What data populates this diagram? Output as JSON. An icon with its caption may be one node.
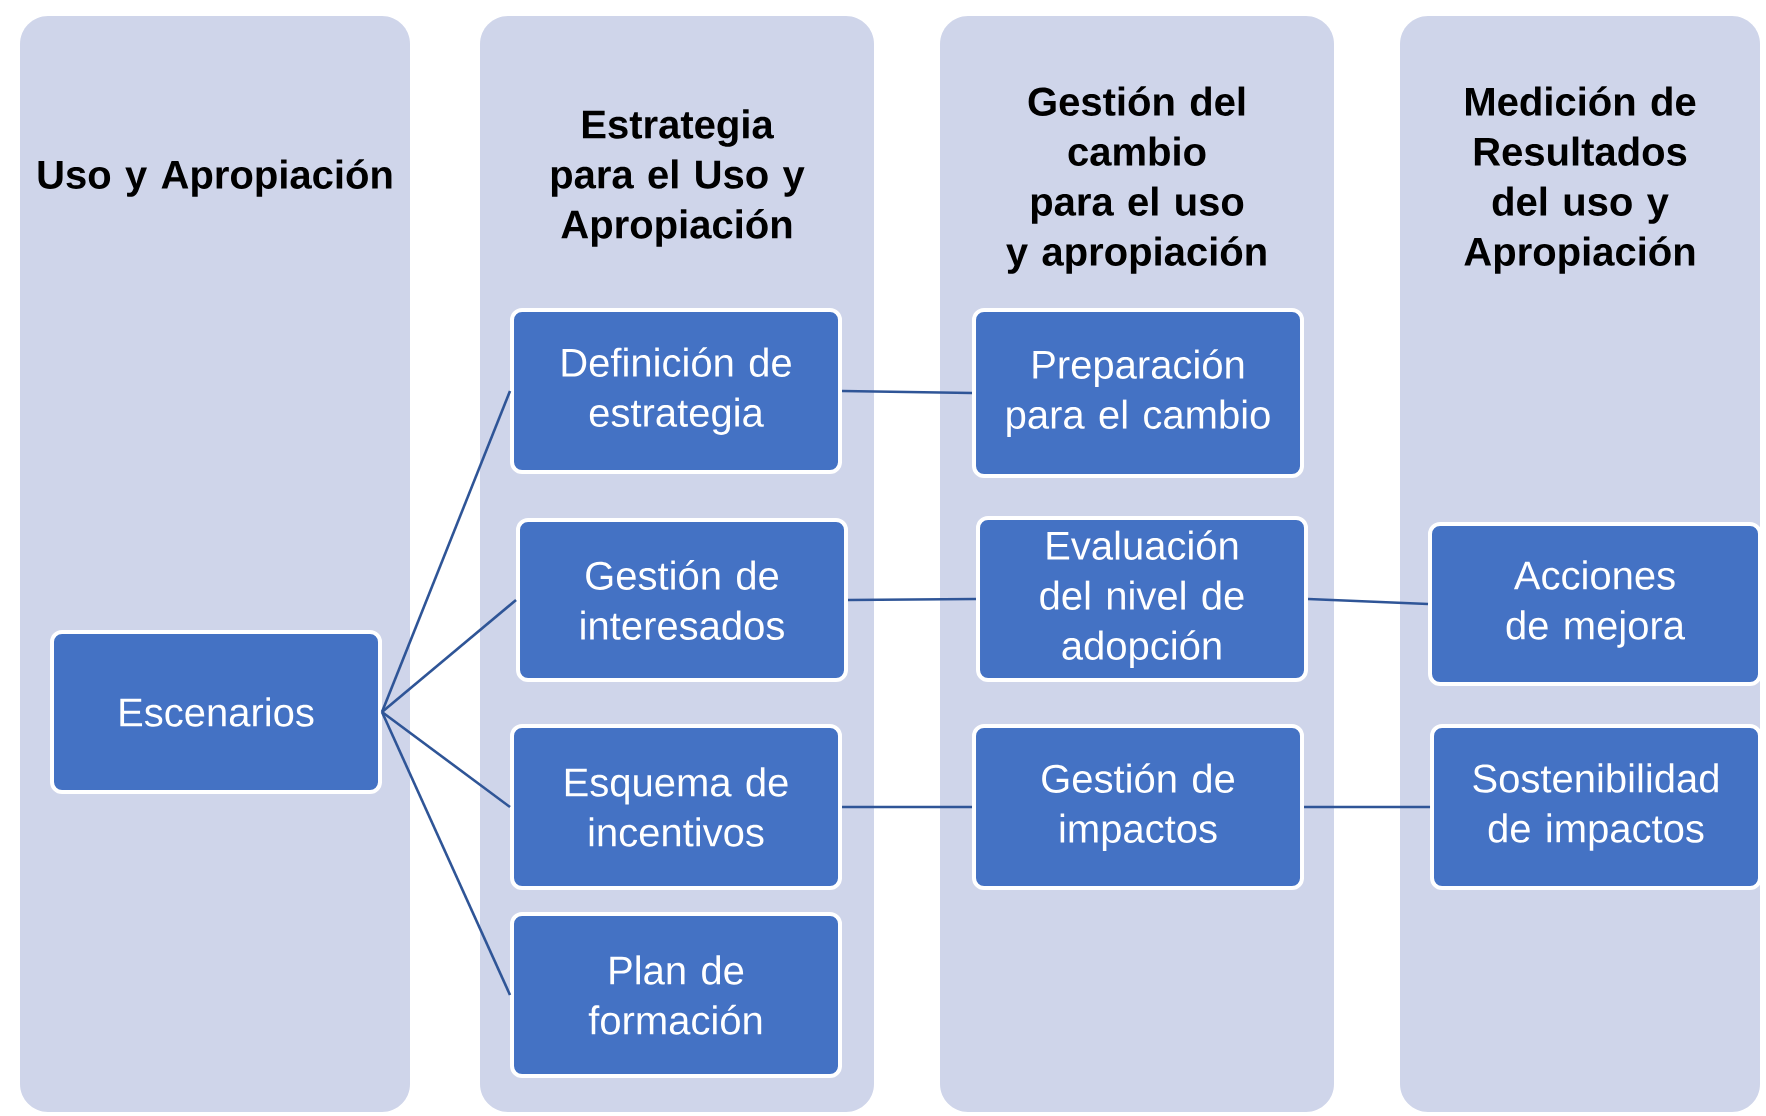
{
  "diagram": {
    "nodes": [
      {
        "text": [
          "Uso y Apropiación"
        ]
      },
      {
        "text": [
          "Estrategia para el Uso y Apropiación"
        ]
      },
      {
        "text": [
          "Gestión del cambio para el uso y apropiación"
        ]
      },
      {
        "text": [
          "Medición de Resultados del uso y Apropiación"
        ]
      },
      {
        "text": [
          "Escenarios"
        ],
        "in": 0
      },
      {
        "text": [
          "Definición de estrategia"
        ],
        "in": 1
      },
      {
        "text": [
          "Gestión de interesados"
        ],
        "in": 1
      },
      {
        "text": [
          "Esquema de incentivos"
        ],
        "in": 1
      },
      {
        "text": [
          "Plan de formación"
        ],
        "in": 1
      },
      {
        "text": [
          "Preparación para el cambio"
        ],
        "in": 2
      },
      {
        "text": [
          "Evaluación del nivel de adopción"
        ],
        "in": 2
      },
      {
        "text": [
          "Gestión de impactos"
        ],
        "in": 2
      },
      {
        "text": [
          "Acciones de mejora"
        ],
        "in": 3
      },
      {
        "text": [
          "Sostenibilidad de impactos"
        ],
        "in": 3
      }
    ],
    "edges": [
      {
        "from": 4,
        "to": 5,
        "arrow": "none"
      },
      {
        "from": 4,
        "to": 6,
        "arrow": "none"
      },
      {
        "from": 4,
        "to": 7,
        "arrow": "none"
      },
      {
        "from": 4,
        "to": 8,
        "arrow": "none"
      },
      {
        "from": 5,
        "to": 9,
        "arrow": "none"
      },
      {
        "from": 6,
        "to": 10,
        "arrow": "none"
      },
      {
        "from": 10,
        "to": 12,
        "arrow": "none"
      },
      {
        "from": 7,
        "to": 11,
        "arrow": "none"
      },
      {
        "from": 11,
        "to": 13,
        "arrow": "none"
      }
    ]
  }
}
